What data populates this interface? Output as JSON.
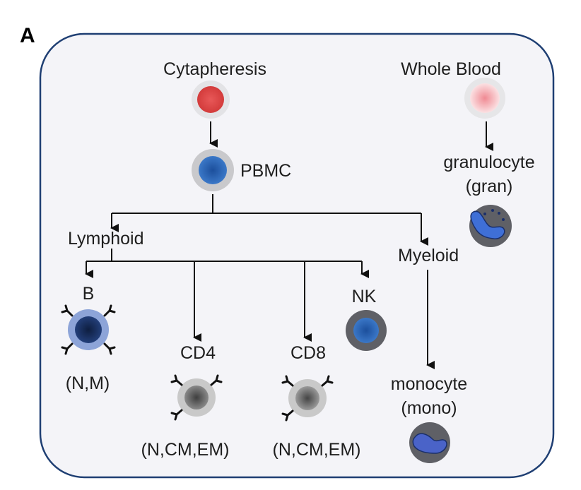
{
  "panel_letter": "A",
  "sources": {
    "cytapheresis": "Cytapheresis",
    "whole_blood": "Whole Blood"
  },
  "nodes": {
    "pbmc": "PBMC",
    "granulocyte": "granulocyte",
    "granulocyte_abbr": "(gran)",
    "lymphoid": "Lymphoid",
    "myeloid": "Myeloid",
    "b": "B",
    "b_subsets": "(N,M)",
    "cd4": "CD4",
    "cd4_subsets": "(N,CM,EM)",
    "cd8": "CD8",
    "cd8_subsets": "(N,CM,EM)",
    "nk": "NK",
    "monocyte": "monocyte",
    "monocyte_abbr": "(mono)"
  },
  "colors": {
    "panel_fill": "#f4f4f8",
    "panel_border": "#1f3f73",
    "red_cell": "#e04a4a",
    "pink_cell": "#f3b0b5",
    "blue_nucleus": "#2f66b8",
    "dark_nucleus": "#152a55",
    "b_ring": "#8da4d8",
    "grey_ring": "#5f5f5f",
    "light_grey_ring": "#c9c9c9",
    "mono_nucleus": "#4a63c8"
  },
  "icons": [
    "arrow-down-icon",
    "cell-icon",
    "y-receptor-icon"
  ]
}
